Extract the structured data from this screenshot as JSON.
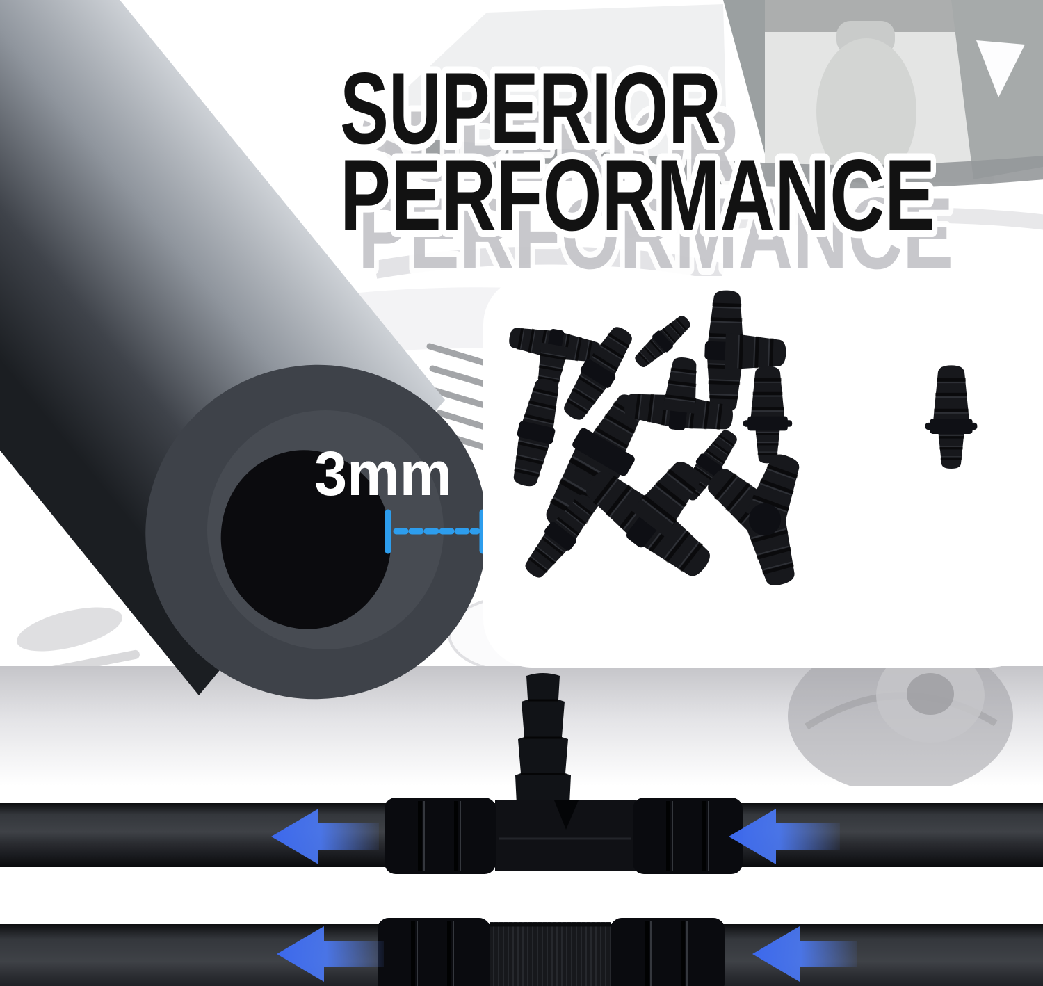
{
  "title": {
    "line1": "SUPERIOR",
    "line2": "PERFORMANCE",
    "text_color": "#121212",
    "outline_color": "#ffffff",
    "ghost_color": "#c6c6ca"
  },
  "tube": {
    "measurement_label": "3mm",
    "measurement_color": "#2d9ded",
    "label_color": "#ffffff",
    "tube_face_color": "#3e4249",
    "bore_color": "#0b0b0e"
  },
  "connector_panel": {
    "background": "#ffffff",
    "items": [
      {
        "type": "tee-connector-small"
      },
      {
        "type": "straight-coupler"
      },
      {
        "type": "straight-coupler-mini"
      },
      {
        "type": "tee-connector-tall"
      },
      {
        "type": "straight-coupler"
      },
      {
        "type": "reducer-coupler-large"
      },
      {
        "type": "tee-connector"
      },
      {
        "type": "straight-coupler-small"
      },
      {
        "type": "reducer-connector-pinned"
      },
      {
        "type": "reducer-connector-pinned"
      },
      {
        "type": "straight-coupler"
      },
      {
        "type": "tee-connector-large"
      },
      {
        "type": "wye-connector"
      }
    ]
  },
  "flow": {
    "direction": "left",
    "arrow_color": "#3c68ec",
    "arrow_color_light": "#5b86f8",
    "arrow_count": 4
  },
  "hoses": {
    "row1_connector": "tee-connector-inline",
    "row2_connector": "straight-coupler-inline",
    "hose_color": "#26282c",
    "connector_color": "#0a0b0f"
  }
}
